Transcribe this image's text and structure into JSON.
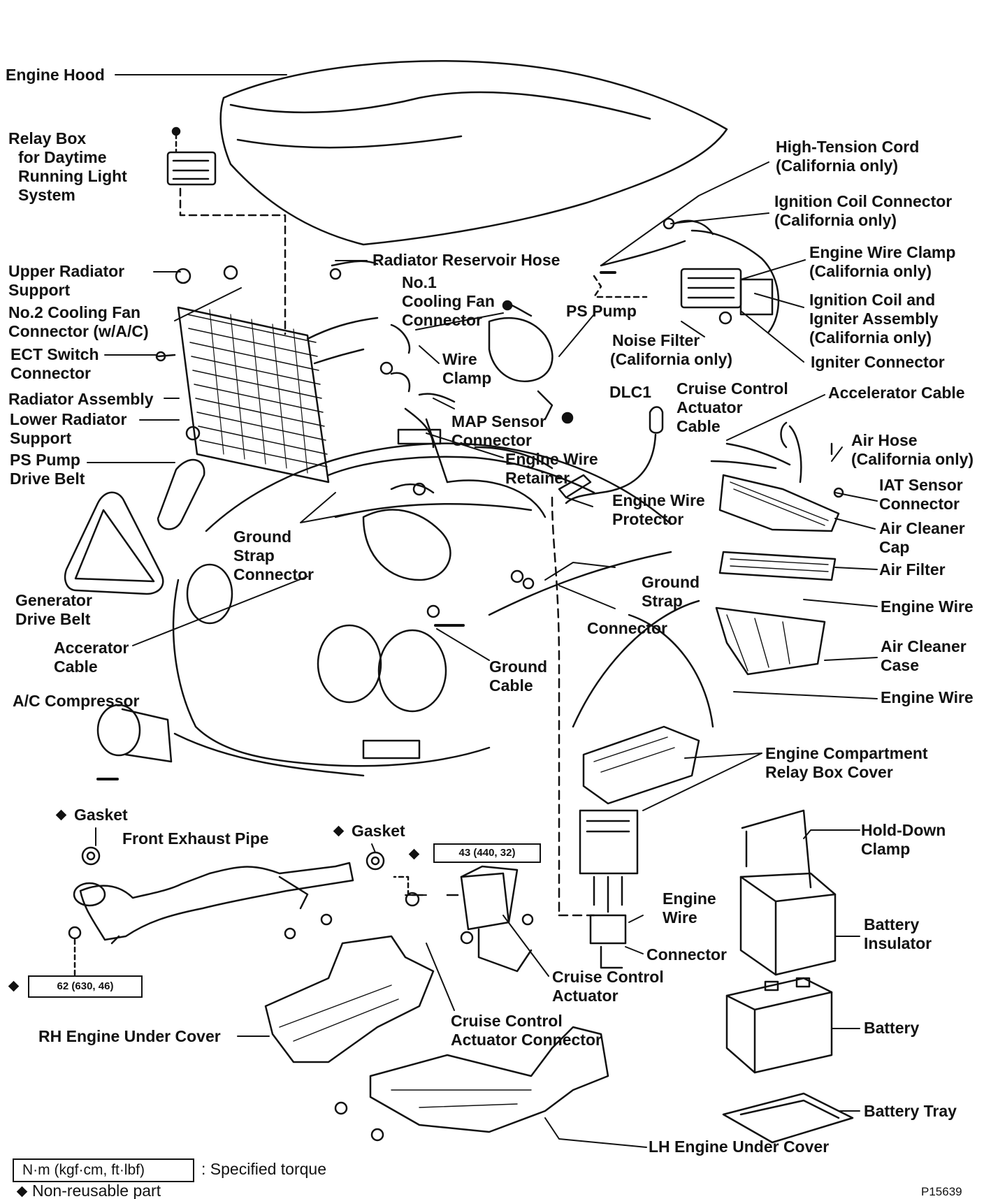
{
  "labels": {
    "engine_hood": "Engine Hood",
    "relay_box_drl": [
      "Relay Box",
      "for Daytime",
      "Running Light",
      "System"
    ],
    "upper_radiator_support": [
      "Upper Radiator",
      "Support"
    ],
    "no2_cooling_fan_connector": [
      "No.2 Cooling Fan",
      "Connector (w/A/C)"
    ],
    "ect_switch_connector": [
      "ECT Switch",
      "Connector"
    ],
    "radiator_assembly": "Radiator Assembly",
    "lower_radiator_support": [
      "Lower Radiator",
      "Support"
    ],
    "ps_pump_drive_belt": [
      "PS Pump",
      "Drive Belt"
    ],
    "generator_drive_belt": [
      "Generator",
      "Drive Belt"
    ],
    "accerator_cable": [
      "Accerator",
      "Cable"
    ],
    "ac_compressor": "A/C Compressor",
    "gasket_left": "Gasket",
    "front_exhaust_pipe": "Front Exhaust Pipe",
    "gasket_right": "Gasket",
    "rh_engine_under_cover": "RH Engine Under Cover",
    "lh_engine_under_cover": "LH Engine Under Cover",
    "radiator_reservoir_hose": "Radiator Reservoir Hose",
    "no1_cooling_fan_connector": [
      "No.1",
      "Cooling Fan",
      "Connector"
    ],
    "wire_clamp": [
      "Wire",
      "Clamp"
    ],
    "map_sensor_connector": [
      "MAP Sensor",
      "Connector"
    ],
    "engine_wire_retainer": [
      "Engine Wire",
      "Retainer"
    ],
    "ground_strap_connector": [
      "Ground",
      "Strap",
      "Connector"
    ],
    "ps_pump": "PS Pump",
    "noise_filter": [
      "Noise Filter",
      "(California only)"
    ],
    "dlc1": "DLC1",
    "cruise_control_actuator_cable": [
      "Cruise Control",
      "Actuator",
      "Cable"
    ],
    "engine_wire_protector": [
      "Engine Wire",
      "Protector"
    ],
    "ground_strap": [
      "Ground",
      "Strap"
    ],
    "connector_mid": "Connector",
    "ground_cable": [
      "Ground",
      "Cable"
    ],
    "high_tension_cord": [
      "High-Tension Cord",
      "(California only)"
    ],
    "ignition_coil_connector": [
      "Ignition Coil Connector",
      "(California only)"
    ],
    "engine_wire_clamp": [
      "Engine Wire Clamp",
      "(California only)"
    ],
    "ignition_coil_igniter": [
      "Ignition Coil and",
      "Igniter Assembly",
      "(California only)"
    ],
    "igniter_connector": "Igniter Connector",
    "accelerator_cable": "Accelerator Cable",
    "air_hose": [
      "Air Hose",
      "(California only)"
    ],
    "iat_sensor_connector": [
      "IAT Sensor",
      "Connector"
    ],
    "air_cleaner_cap": [
      "Air Cleaner",
      "Cap"
    ],
    "air_filter": "Air Filter",
    "engine_wire_r1": "Engine Wire",
    "air_cleaner_case": [
      "Air Cleaner",
      "Case"
    ],
    "engine_wire_r2": "Engine Wire",
    "relay_box_cover": [
      "Engine Compartment",
      "Relay Box Cover"
    ],
    "hold_down_clamp": [
      "Hold-Down",
      "Clamp"
    ],
    "engine_wire_lower": [
      "Engine",
      "Wire"
    ],
    "connector_lower": "Connector",
    "battery_insulator": [
      "Battery",
      "Insulator"
    ],
    "battery": "Battery",
    "battery_tray": "Battery Tray",
    "cruise_control_actuator": [
      "Cruise Control",
      "Actuator"
    ],
    "cruise_control_actuator_connector": [
      "Cruise Control",
      "Actuator Connector"
    ]
  },
  "torque": {
    "actuator": "43 (440, 32)",
    "exhaust": "62 (630, 46)"
  },
  "legend": {
    "unit_box": "N·m (kgf·cm, ft·lbf)",
    "unit_desc": ": Specified torque",
    "non_reusable": "Non-reusable part"
  },
  "figure_id": "P15639"
}
